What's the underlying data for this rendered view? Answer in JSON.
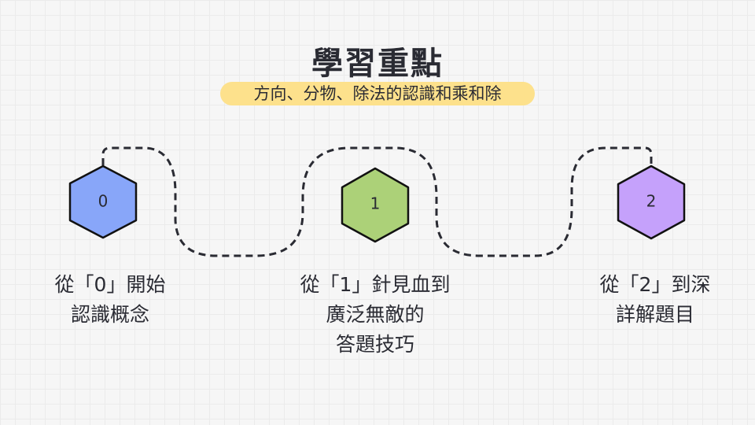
{
  "title": "學習重點",
  "subtitle": "方向、分物、除法的認識和乘和除",
  "steps": [
    {
      "number": "0",
      "color": "#88a6f9",
      "lines": [
        "從「0」開始",
        "認識概念"
      ]
    },
    {
      "number": "1",
      "color": "#acd178",
      "lines": [
        "從「1」針見血到",
        "廣泛無敵的",
        "答題技巧"
      ]
    },
    {
      "number": "2",
      "color": "#c5a1fb",
      "lines": [
        "從「2」到深",
        "詳解題目"
      ]
    }
  ]
}
